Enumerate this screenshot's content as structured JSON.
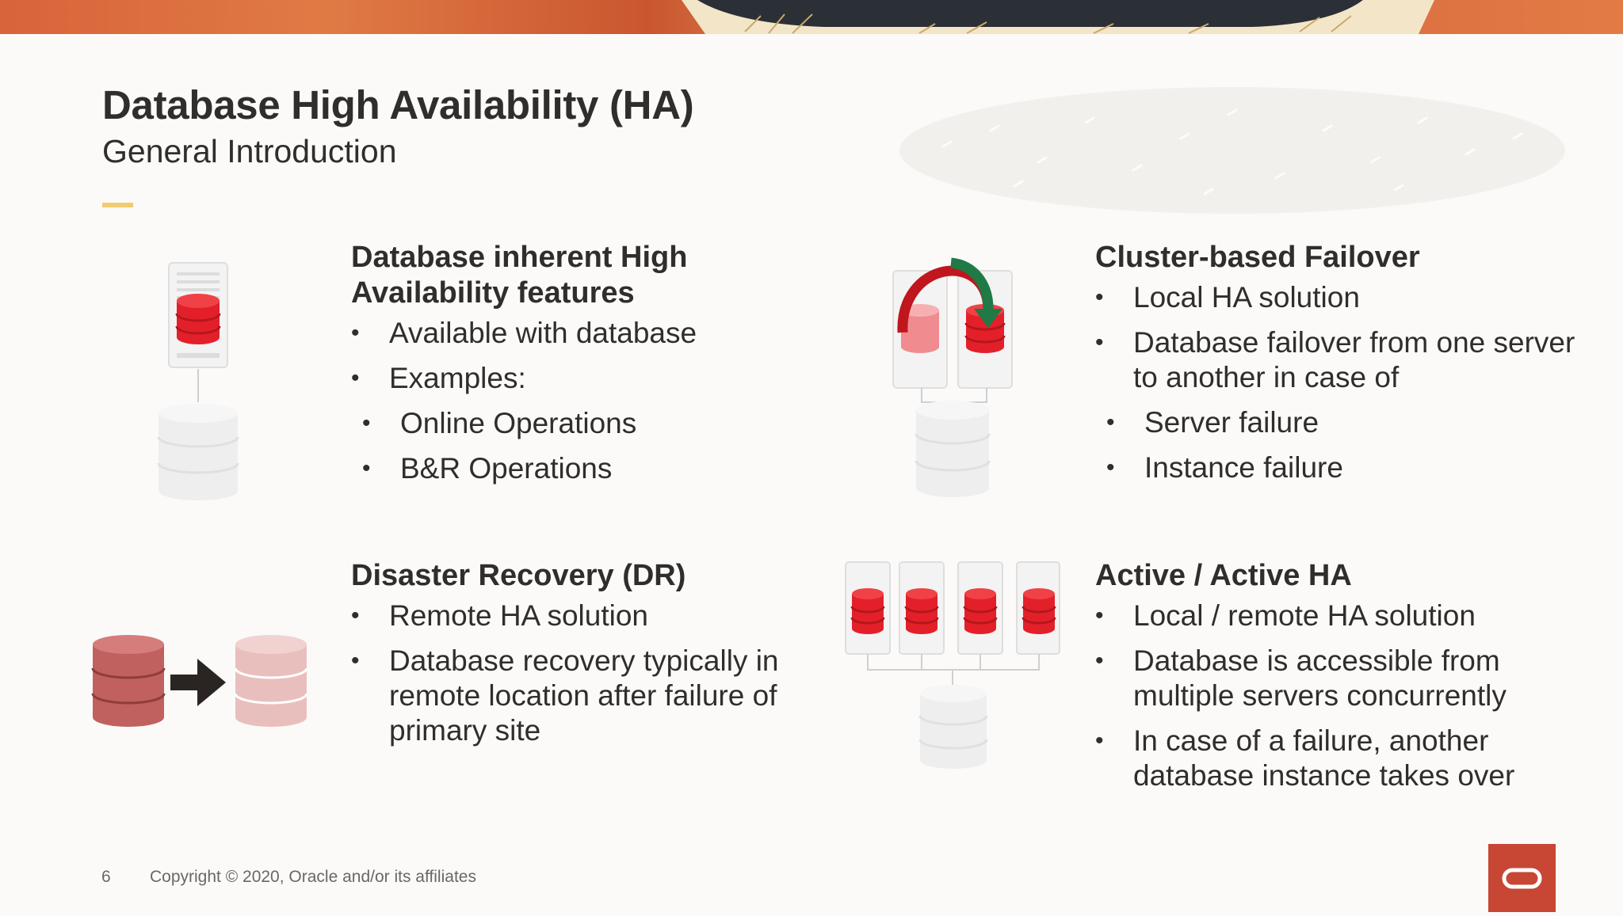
{
  "slide": {
    "title": "Database High Availability (HA)",
    "subtitle": "General Introduction",
    "page_number": "6",
    "copyright": "Copyright © 2020, Oracle and/or its affiliates"
  },
  "sections": [
    {
      "heading": "Database inherent High Availability features",
      "icon": "server-with-database-icon",
      "bullets": [
        "Available with database",
        "Examples:"
      ],
      "sub_bullets": [
        "Online Operations",
        "B&R Operations"
      ]
    },
    {
      "heading": "Cluster-based Failover",
      "icon": "cluster-failover-icon",
      "bullets": [
        "Local HA solution",
        "Database failover from one server to another in case of"
      ],
      "sub_bullets": [
        "Server failure",
        "Instance failure"
      ]
    },
    {
      "heading": "Disaster Recovery (DR)",
      "icon": "disaster-recovery-icon",
      "bullets": [
        "Remote HA solution",
        "Database recovery typically in remote location after failure of primary site"
      ]
    },
    {
      "heading": "Active / Active HA",
      "icon": "active-active-servers-icon",
      "bullets": [
        "Local / remote HA solution",
        "Database is accessible from multiple servers concurrently",
        "In case of a failure, another database instance takes over"
      ]
    }
  ],
  "colors": {
    "oracle_red": "#c74634",
    "db_red": "#e3202a",
    "accent_yellow": "#f0cc71",
    "text": "#312d2a"
  }
}
